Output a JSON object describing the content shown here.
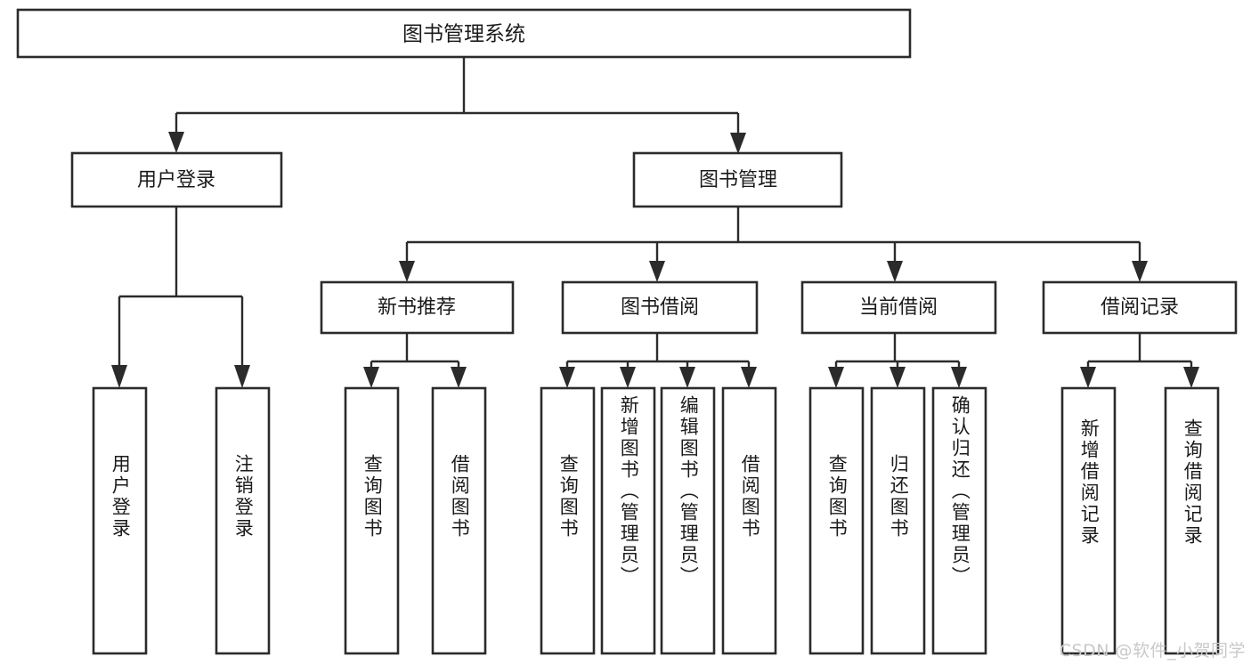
{
  "diagram": {
    "title": "图书管理系统",
    "type": "tree-hierarchy-chart",
    "watermark": "CSDN @软件_小贺同学",
    "colors": {
      "box_stroke": "#2b2b2b",
      "box_fill": "#ffffff",
      "connector": "#2b2b2b",
      "text": "#1b1b1b",
      "watermark": "#c9c9c9",
      "background": "#ffffff"
    },
    "root": {
      "label": "图书管理系统"
    },
    "level1": [
      {
        "id": "user-login",
        "label": "用户登录"
      },
      {
        "id": "book-manage",
        "label": "图书管理"
      }
    ],
    "level2": [
      {
        "id": "new-book-recommend",
        "label": "新书推荐",
        "parent": "book-manage"
      },
      {
        "id": "book-borrow",
        "label": "图书借阅",
        "parent": "book-manage"
      },
      {
        "id": "current-borrow",
        "label": "当前借阅",
        "parent": "book-manage"
      },
      {
        "id": "borrow-record",
        "label": "借阅记录",
        "parent": "book-manage"
      }
    ],
    "leaves": [
      {
        "id": "leaf-user-login",
        "label": "用户登录",
        "parent": "user-login"
      },
      {
        "id": "leaf-user-logout",
        "label": "注销登录",
        "parent": "user-login"
      },
      {
        "id": "leaf-query-book-1",
        "label": "查询图书",
        "parent": "new-book-recommend"
      },
      {
        "id": "leaf-borrow-book-1",
        "label": "借阅图书",
        "parent": "new-book-recommend"
      },
      {
        "id": "leaf-query-book-2",
        "label": "查询图书",
        "parent": "book-borrow"
      },
      {
        "id": "leaf-add-book",
        "label": "新增图书（管理员）",
        "parent": "book-borrow"
      },
      {
        "id": "leaf-edit-book",
        "label": "编辑图书（管理员）",
        "parent": "book-borrow"
      },
      {
        "id": "leaf-borrow-book-2",
        "label": "借阅图书",
        "parent": "book-borrow"
      },
      {
        "id": "leaf-query-book-3",
        "label": "查询图书",
        "parent": "current-borrow"
      },
      {
        "id": "leaf-return-book",
        "label": "归还图书",
        "parent": "current-borrow"
      },
      {
        "id": "leaf-confirm-return",
        "label": "确认归还（管理员）",
        "parent": "current-borrow"
      },
      {
        "id": "leaf-add-record",
        "label": "新增借阅记录",
        "parent": "borrow-record"
      },
      {
        "id": "leaf-query-record",
        "label": "查询借阅记录",
        "parent": "borrow-record"
      }
    ]
  }
}
